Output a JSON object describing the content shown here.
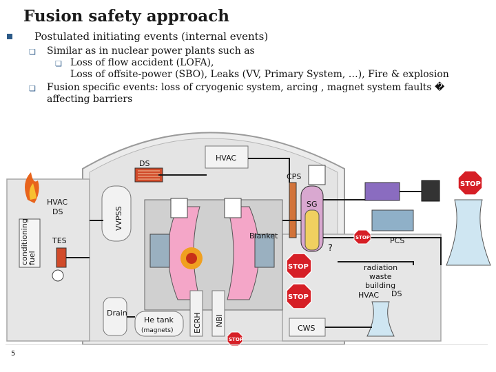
{
  "slide": {
    "title": "Fusion safety approach",
    "number": "5"
  },
  "bullets": {
    "b1": "Postulated initiating events (internal events)",
    "b1a": "Similar as in nuclear power plants such as",
    "b1a_i": "Loss of flow accident (LOFA),",
    "b1a_ii": "Loss of offsite-power (SBO), Leaks (VV, Primary System, …), Fire & explosion",
    "b1b_line1": "Fusion specific events: loss of cryogenic system, arcing , magnet system faults �",
    "b1b_line2": "affecting barriers"
  },
  "diagram": {
    "labels": {
      "hvac_top": "HVAC",
      "ds_top": "DS",
      "cps": "CPS",
      "sg": "SG",
      "hvac_left": "HVAC",
      "ds_left": "DS",
      "vvpss": "VVPSS",
      "fuel_conditioning": "fuel\nconditioning",
      "tes": "TES",
      "blanket": "Blanket",
      "question": "?",
      "pcs": "PCS",
      "radiation_waste_building": [
        "radiation",
        "waste",
        "building"
      ],
      "hvac_right": "HVAC",
      "ds_right": "DS",
      "drain": "Drain",
      "he_tank": "He tank",
      "magnets": "(magnets)",
      "ecrh": "ECRH",
      "nbi": "NBI",
      "cws": "CWS"
    },
    "stop_text": "STOP"
  },
  "colors": {
    "bullet_square": "#2c5a88",
    "stop": "#d61f26",
    "building_fill": "#e4e4e4",
    "building_stroke": "#9a9a9a",
    "pipe": "#1a1a1a",
    "plasma_pink": "#f4a6c8",
    "cooling_tower": "#cfe6f2",
    "fire": "#e8641c"
  }
}
